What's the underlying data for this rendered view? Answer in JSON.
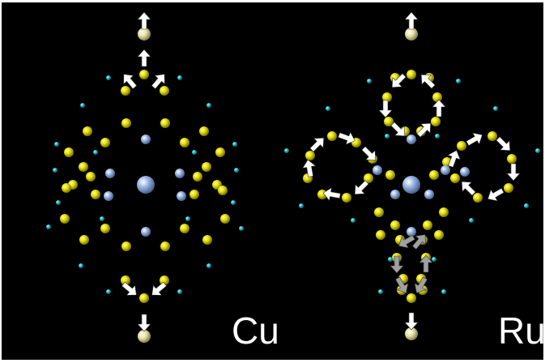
{
  "panels": [
    {
      "id": "left",
      "label": "Cu"
    },
    {
      "id": "right",
      "label": "Ru"
    }
  ],
  "colors": {
    "background": "#000000",
    "yellow_atom": "#e8e000",
    "blue_atom": "#9ab6e6",
    "cyan_atom": "#18b8c8",
    "arrow_white": "#ffffff",
    "arrow_grey": "#a0a0a0",
    "label_text": "#ffffff"
  }
}
